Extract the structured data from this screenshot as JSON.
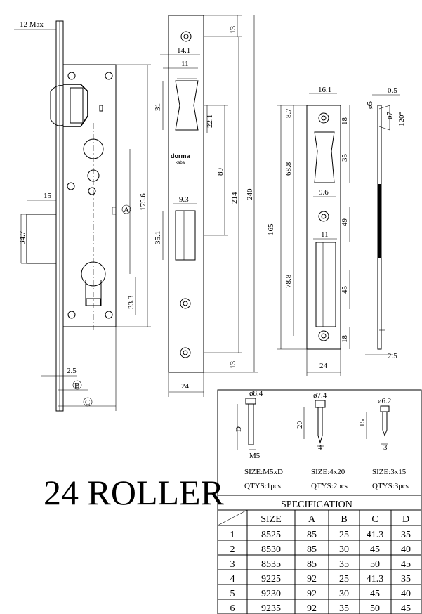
{
  "product_title": "24 ROLLER",
  "brand_mark": "dorma",
  "brand_sub": "kaba",
  "dimensions": {
    "max_label": "12 Max",
    "d15": "15",
    "d34_7": "34.7",
    "d2_5_left": "2.5",
    "label_A": "A",
    "label_B": "B",
    "label_C": "C",
    "d175_6": "175.6",
    "d33_3": "33.3",
    "d13_top": "13",
    "d13_bottom": "13",
    "d14_1": "14.1",
    "d11_front": "11",
    "d31": "31",
    "d22_1": "22.1",
    "d89": "89",
    "d214": "214",
    "d240": "240",
    "d9_3": "9.3",
    "d35_1": "35.1",
    "d24_front": "24",
    "d16_1": "16.1",
    "d8_7": "8.7",
    "d18_top": "18",
    "d68_8": "68.8",
    "d35_strike": "35",
    "d9_6": "9.6",
    "d165": "165",
    "d49": "49",
    "d11_strike": "11",
    "d78_8": "78.8",
    "d45": "45",
    "d18_bottom": "18",
    "d24_strike": "24",
    "d0_5": "0.5",
    "d5": "ø5",
    "d7": "ø7",
    "d120": "120°",
    "d2_5_right": "2.5"
  },
  "screws": [
    {
      "head": "ø8.4",
      "length_label": "D",
      "thread": "M5",
      "size": "SIZE:M5xD",
      "qty": "QTYS:1pcs"
    },
    {
      "head": "ø7.4",
      "length_label": "20",
      "thread": "4",
      "size": "SIZE:4x20",
      "qty": "QTYS:2pcs"
    },
    {
      "head": "ø6.2",
      "length_label": "15",
      "thread": "3",
      "size": "SIZE:3x15",
      "qty": "QTYS:3pcs"
    }
  ],
  "specification": {
    "title": "SPECIFICATION",
    "headers": [
      "SIZE",
      "A",
      "B",
      "C",
      "D"
    ],
    "rows": [
      {
        "no": "1",
        "cells": [
          "8525",
          "85",
          "25",
          "41.3",
          "35"
        ]
      },
      {
        "no": "2",
        "cells": [
          "8530",
          "85",
          "30",
          "45",
          "40"
        ]
      },
      {
        "no": "3",
        "cells": [
          "8535",
          "85",
          "35",
          "50",
          "45"
        ]
      },
      {
        "no": "4",
        "cells": [
          "9225",
          "92",
          "25",
          "41.3",
          "35"
        ]
      },
      {
        "no": "5",
        "cells": [
          "9230",
          "92",
          "30",
          "45",
          "40"
        ]
      },
      {
        "no": "6",
        "cells": [
          "9235",
          "92",
          "35",
          "50",
          "45"
        ]
      }
    ]
  }
}
